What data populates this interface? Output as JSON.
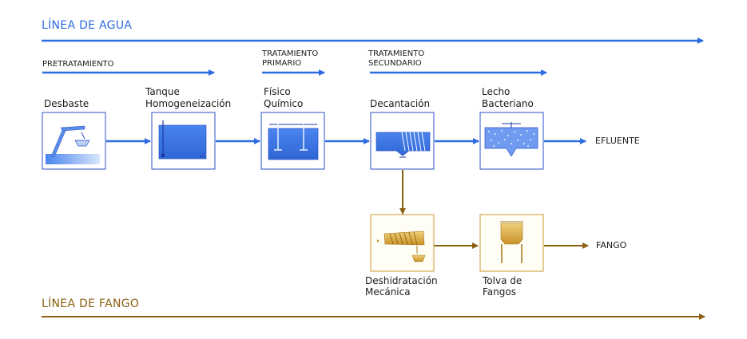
{
  "water_line": {
    "title": "LÍNEA DE AGUA"
  },
  "sludge_line": {
    "title": "LÍNEA DE FANGO"
  },
  "stages": {
    "pretratamiento": "PRETRATAMIENTO",
    "primario_1": "TRATAMIENTO",
    "primario_2": "PRIMARIO",
    "secundario_1": "TRATAMIENTO",
    "secundario_2": "SECUNDARIO"
  },
  "units": {
    "desbaste": "Desbaste",
    "tanque_1": "Tanque",
    "tanque_2": "Homogeneización",
    "fisico_1": "Físico",
    "fisico_2": "Químico",
    "decantacion": "Decantación",
    "lecho_1": "Lecho",
    "lecho_2": "Bacteriano",
    "deshidratacion_1": "Deshidratación",
    "deshidratacion_2": "Mecánica",
    "tolva_1": "Tolva de",
    "tolva_2": "Fangos"
  },
  "outputs": {
    "efluente": "EFLUENTE",
    "fango": "FANGO"
  },
  "colors": {
    "water": "#2d6be0",
    "sludge": "#8a6010",
    "water_fill": "#4a80e8",
    "sludge_fill": "#d8a840"
  }
}
